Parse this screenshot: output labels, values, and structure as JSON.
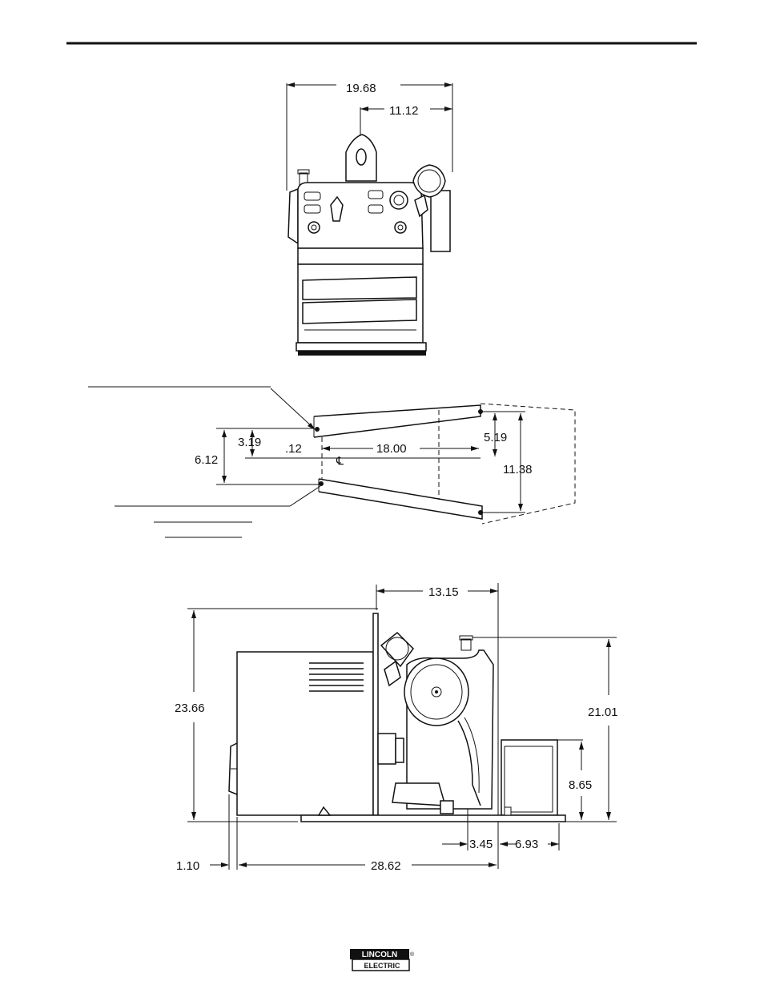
{
  "dimensions": {
    "front_width": "19.68",
    "front_lift_offset": "11.12",
    "mount_small": "3.19",
    "mount_half": "6.12",
    "mount_edge": ".12",
    "mount_length": "18.00",
    "centerline_symbol": "℄",
    "mount_small_right": "5.19",
    "mount_width_right": "11.38",
    "side_top": "13.15",
    "side_overall_height": "23.66",
    "side_height": "21.01",
    "side_tank_height": "8.65",
    "side_left_offset": "1.10",
    "side_length": "28.62",
    "side_small_offset": "3.45",
    "side_tank_offset": "6.93"
  },
  "logo": {
    "line1": "LINCOLN",
    "line2": "ELECTRIC",
    "mark": "®"
  }
}
